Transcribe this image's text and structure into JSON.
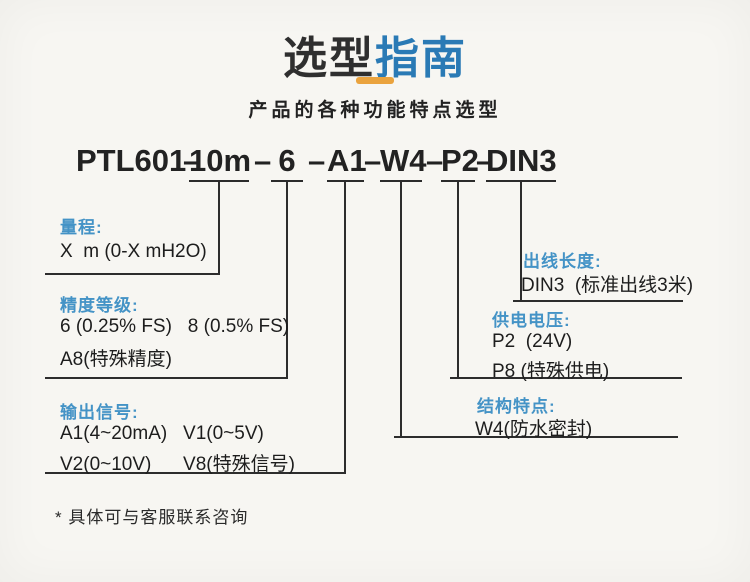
{
  "header": {
    "title_dark": "选型",
    "title_blue": "指南",
    "subtitle": "产品的各种功能特点选型"
  },
  "model": {
    "prefix": "PTL601",
    "dash": "–",
    "codes": [
      "10m",
      "6",
      "A1",
      "W4",
      "P2",
      "DIN3"
    ]
  },
  "blocks": {
    "range": {
      "label": "量程:",
      "line1": "X  m (0-X mH2O)"
    },
    "accuracy": {
      "label": "精度等级:",
      "line1": "6 (0.25% FS)   8 (0.5% FS)",
      "line2": "A8(特殊精度)"
    },
    "output": {
      "label": "输出信号:",
      "line1": "A1(4~20mA)   V1(0~5V)",
      "line2": "V2(0~10V)      V8(特殊信号)"
    },
    "structure": {
      "label": "结构特点:",
      "line1": "W4(防水密封)"
    },
    "power": {
      "label": "供电电压:",
      "line1": "P2  (24V)",
      "line2": "P8 (特殊供电)"
    },
    "cable": {
      "label": "出线长度:",
      "line1": "DIN3  (标准出线3米)"
    }
  },
  "footnote": "* 具体可与客服联系咨询",
  "colors": {
    "title_blue": "#2a7ab5",
    "label_blue": "#4493c6",
    "accent_orange": "#eaa33e",
    "line_color": "#2d2d2d",
    "text_color": "#222222",
    "background": "#f7f6f2"
  }
}
